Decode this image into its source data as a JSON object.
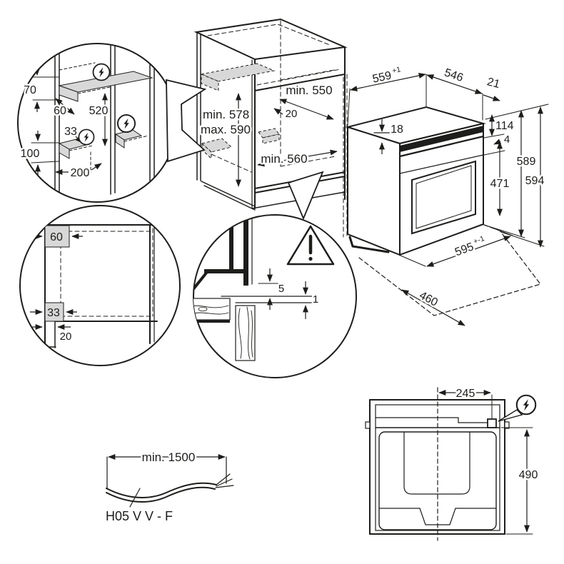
{
  "colors": {
    "line": "#1d1d1b",
    "zone_fill": "#d8d8d8",
    "background": "#ffffff"
  },
  "electrical_detail": {
    "top_clearance": "70",
    "zone_height": "60",
    "zone_spacing": "520",
    "side_offset": "33",
    "lower_zone_height": "100",
    "lower_zone_width": "200"
  },
  "cabinet": {
    "niche_height_min": "min. 578",
    "niche_height_max": "max. 590",
    "niche_depth_top": "min. 550",
    "rear_gap": "20",
    "niche_depth_bottom": "min. 560"
  },
  "oven": {
    "body_width": "559",
    "body_width_tol": "+1",
    "body_depth": "546",
    "front_lip": "21",
    "top_inset": "18",
    "top_section_height": "114",
    "panel_gap": "4",
    "door_height": "471",
    "body_height": "589",
    "total_height": "594",
    "front_width": "595",
    "front_width_tol": "+-1",
    "base_depth": "460"
  },
  "plan_detail": {
    "rear_zone": "60",
    "side_zone": "33",
    "front_gap": "20"
  },
  "clearance_detail": {
    "upper_gap": "5",
    "lower_gap": "1"
  },
  "cable": {
    "min_length": "min. 1500",
    "type": "H05 V V - F"
  },
  "rear_view": {
    "terminal_offset": "245",
    "terminal_height": "490"
  },
  "icons": {
    "electrical": "lightning-bolt-circle",
    "warning": "exclamation-triangle"
  }
}
